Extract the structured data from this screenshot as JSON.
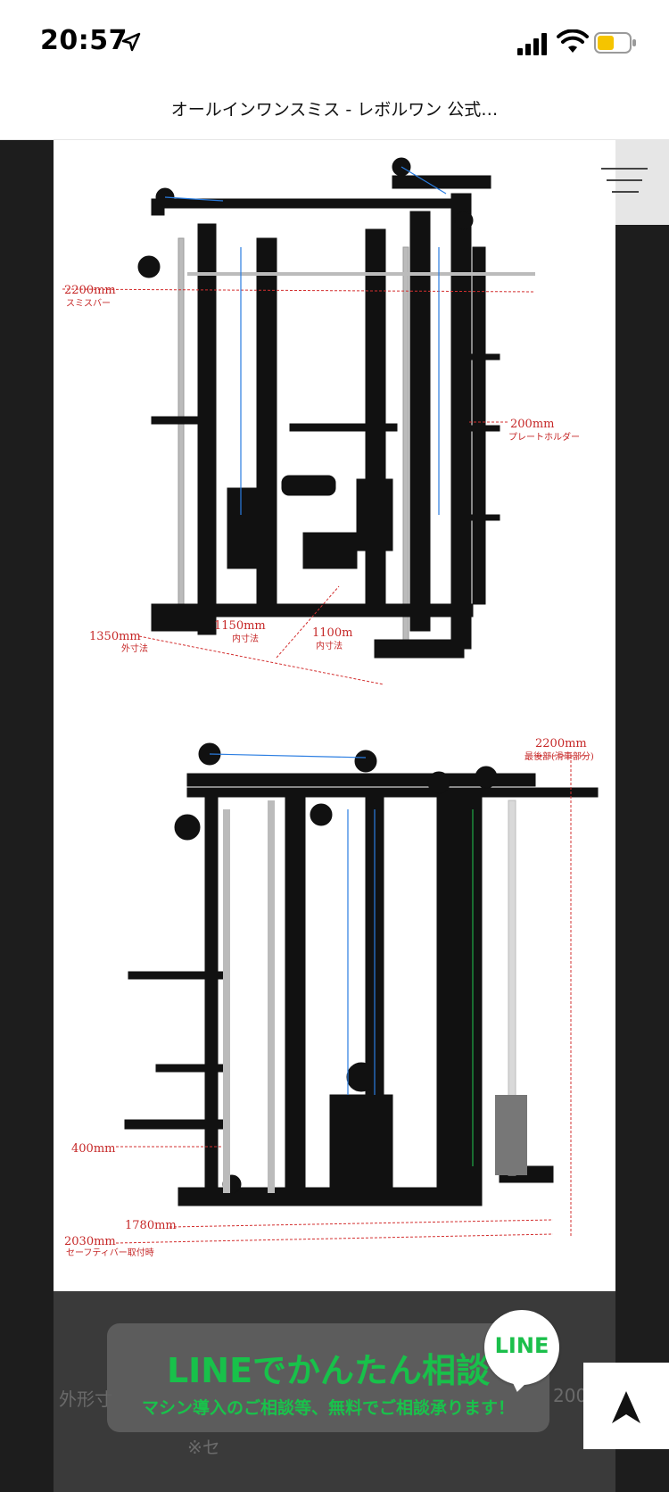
{
  "status_bar": {
    "time": "20:57",
    "icons": [
      "location-arrow-icon",
      "cellular-signal-icon",
      "wifi-icon",
      "battery-icon"
    ],
    "battery_color": "#f5c400"
  },
  "page": {
    "title": "オールインワンスミス - レボルワン 公式…"
  },
  "image1": {
    "dims": [
      {
        "value": "2200mm",
        "note": "スミスバー"
      },
      {
        "value": "200mm",
        "note": "プレートホルダー"
      },
      {
        "value": "1350mm",
        "note": "外寸法"
      },
      {
        "value": "1150mm",
        "note": "内寸法"
      },
      {
        "value": "1100m",
        "note": "内寸法"
      }
    ]
  },
  "image2": {
    "dims": [
      {
        "value": "2200mm",
        "note": "最後部(滑車部分)"
      },
      {
        "value": "400mm",
        "note": ""
      },
      {
        "value": "1780mm",
        "note": ""
      },
      {
        "value": "2030mm",
        "note": "セーフティバー取付時"
      }
    ]
  },
  "banner": {
    "headline": "LINEでかんたん相談",
    "sub": "マシン導入のご相談等、無料でご相談承ります！",
    "badge": "LINE",
    "colors": {
      "accent": "#18c14a"
    }
  },
  "under": {
    "left": "外形寸",
    "right": "200mm",
    "bottom": "※セ"
  },
  "buttons": {
    "to_top_icon": "arrow-up-icon",
    "menu_icon": "hamburger-menu-icon"
  }
}
